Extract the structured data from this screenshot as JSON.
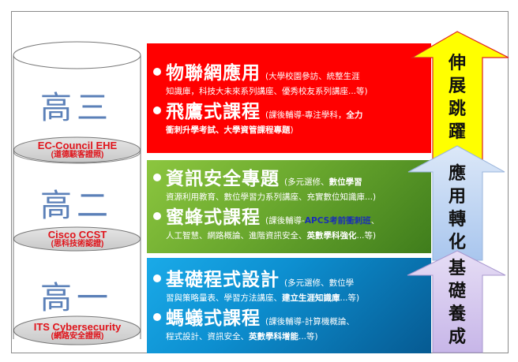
{
  "grades": [
    {
      "label": "高三",
      "cert_en": "EC-Council EHE",
      "cert_zh": "(道德駭客證照)"
    },
    {
      "label": "高二",
      "cert_en": "Cisco CCST",
      "cert_zh": "(思科技術認證)"
    },
    {
      "label": "高一",
      "cert_en": "ITS Cybersecurity",
      "cert_zh": "(網路安全證照)"
    }
  ],
  "panels": [
    {
      "color": "#ff0000",
      "items": [
        {
          "title": "物聯網應用",
          "desc_line1": "(大學校園參訪、統整生涯",
          "desc_line2": "知識庫，科技大未來系列講座、優秀校友系列講座...等)"
        },
        {
          "title": "飛鷹式課程",
          "desc_line1": "(課後輔導-專注學科，",
          "desc_line1_bold": "全力",
          "desc_line2_bold": "衝刺升學考試、大學資管課程專題",
          "desc_line2_end": ")"
        }
      ]
    },
    {
      "color": "#6aa82e",
      "items": [
        {
          "title": "資訊安全專題",
          "desc_line1": "(多元選修、",
          "desc_line1_bold": "數位學習",
          "desc_line2": "資源利用教育、數位學習力系列講座、充實數位知識庫...)"
        },
        {
          "title": "蜜蜂式課程",
          "desc_line1": "(課後輔導-",
          "desc_line1_highlight": "APCS考前衝刺班",
          "desc_line1_end": "、",
          "desc_line2": "人工智慧、網路概論、進階資訊安全、",
          "desc_line2_bold": "英數學科強化",
          "desc_line2_end": "...等)"
        }
      ]
    },
    {
      "color": "#0d8fd0",
      "items": [
        {
          "title": "基礎程式設計",
          "desc_line1": "(多元選修、數位學",
          "desc_line2": "習與策略量表、學習方法講座、",
          "desc_line2_bold": "建立生涯知識庫",
          "desc_line2_end": "...等)"
        },
        {
          "title": "螞蟻式課程",
          "desc_line1": "(課後輔導-計算機概論、",
          "desc_line2": "程式設計、資訊安全、",
          "desc_line2_bold": "英數學科增能",
          "desc_line2_end": "...等)"
        }
      ]
    }
  ],
  "arrows": [
    {
      "label": "伸展跳躍",
      "chars": [
        "伸",
        "展",
        "跳",
        "躍"
      ],
      "fill": "#ffff00",
      "stroke": "#e02020"
    },
    {
      "label": "應用轉化",
      "chars": [
        "應",
        "用",
        "轉",
        "化"
      ],
      "fill": "#c9dcf5",
      "stroke": "#8fb0de"
    },
    {
      "label": "基礎養成",
      "chars": [
        "基",
        "礎",
        "養",
        "成"
      ],
      "fill": "#d6c8ee",
      "stroke": "#a998cf"
    }
  ]
}
